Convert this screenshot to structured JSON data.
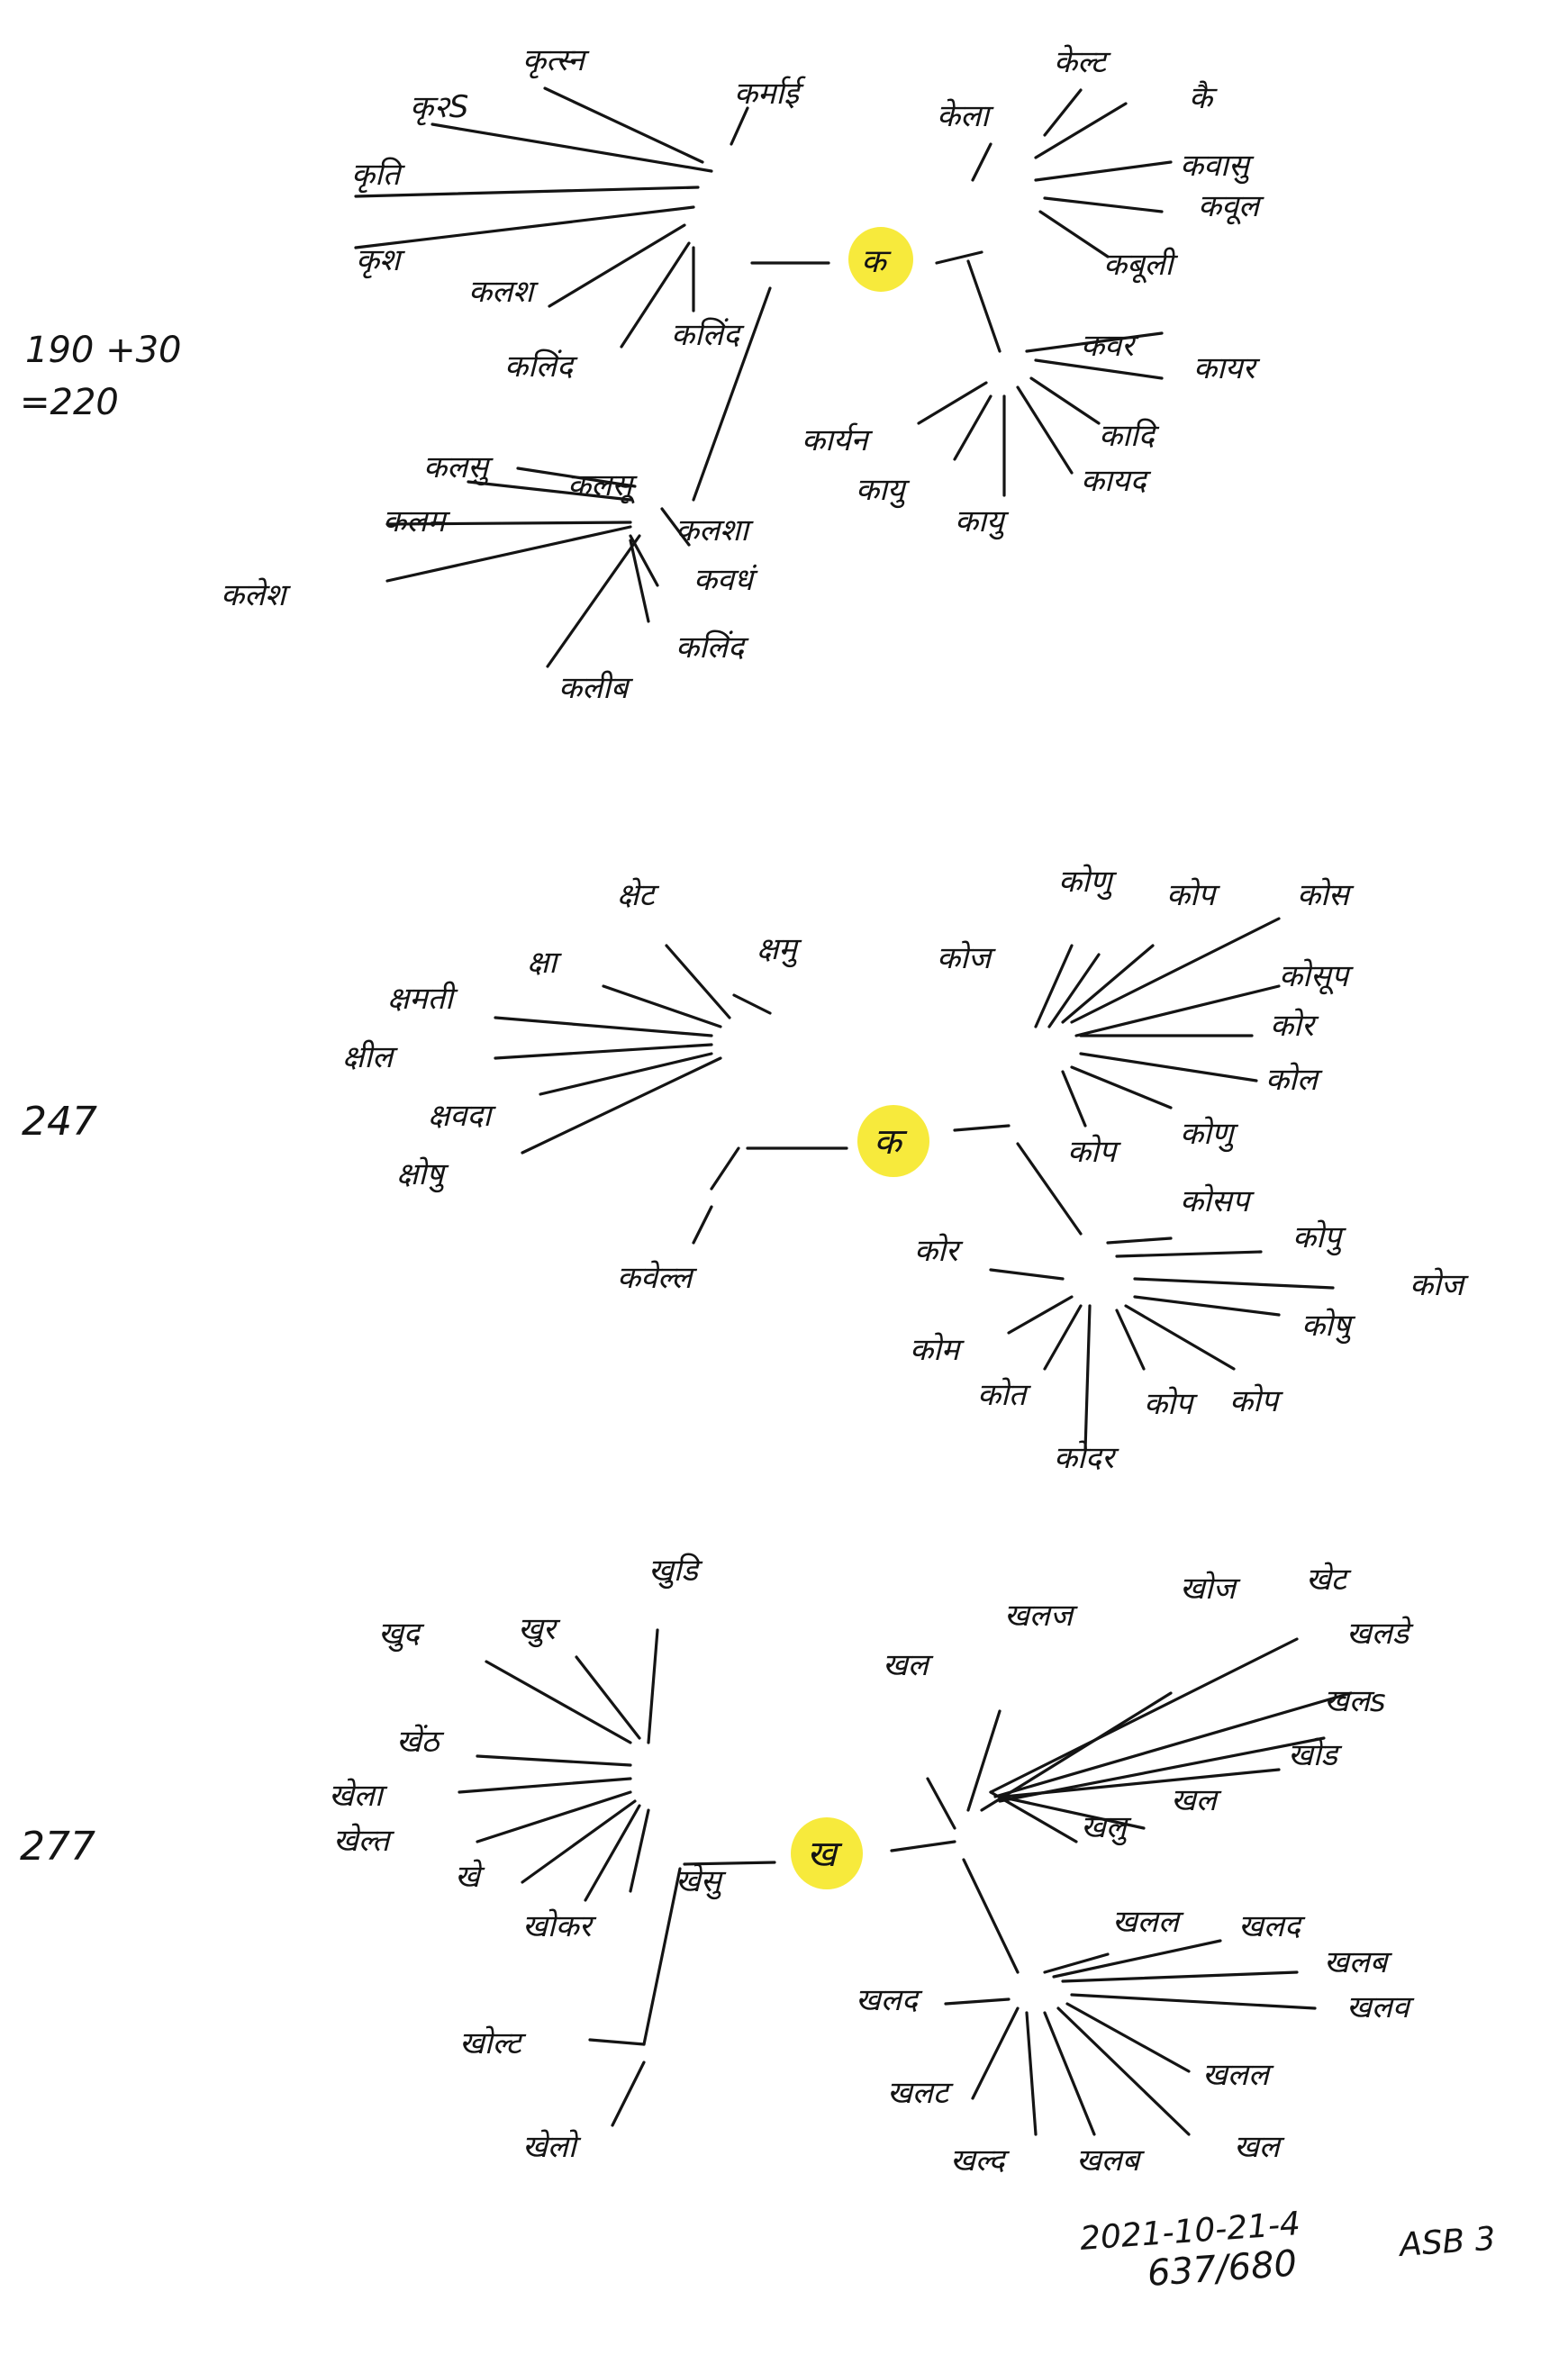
{
  "margin_notes": {
    "calc_line1": "190 +30",
    "calc_line2": "=220",
    "count_mid": "247",
    "count_bottom": "277"
  },
  "footer": {
    "date": "2021-10-21-4",
    "tally": "637/680",
    "code": "ASB 3"
  },
  "diagrams": [
    {
      "center": "क",
      "branches": [
        {
          "cluster": [
            "कृ२S",
            "कृत्स्न",
            "कृति",
            "कृश",
            "कलश",
            "कलिंद",
            "कलिंद",
            "कर्माई"
          ]
        },
        {
          "cluster": [
            "कलम",
            "कलेश",
            "कलीब",
            "कवधं",
            "कलिंद",
            "कलसु",
            "कलसू",
            "कलशा"
          ]
        },
        {
          "cluster": [
            "केला",
            "केल्ट",
            "कै",
            "कवासु",
            "कवूल",
            "कबूली"
          ]
        },
        {
          "cluster": [
            "कवर",
            "कायर",
            "कादि",
            "कायद",
            "कायु",
            "कायु",
            "कार्यन"
          ]
        }
      ]
    },
    {
      "center": "क",
      "branches": [
        {
          "cluster": [
            "क्षेट",
            "क्षा",
            "क्षमु",
            "क्षमती",
            "क्षील",
            "क्षवदा",
            "क्षोषु"
          ]
        },
        {
          "cluster": [
            "कवेल्ल"
          ]
        },
        {
          "cluster": [
            "कोज",
            "कोणु",
            "कोप",
            "कोस",
            "कोसूप",
            "कोर",
            "कोल",
            "कोणु",
            "कोप"
          ]
        },
        {
          "cluster": [
            "कोसप",
            "कोपु",
            "कोज",
            "कोषु",
            "कोप",
            "कोप",
            "कोदर",
            "कोत",
            "कोम",
            "कोर"
          ]
        }
      ]
    },
    {
      "center": "ख",
      "branches": [
        {
          "cluster": [
            "खुद",
            "खुर",
            "खुडि",
            "खेंठ",
            "खेला",
            "खेल्त",
            "खे",
            "खोकर",
            "खेसु"
          ]
        },
        {
          "cluster": [
            "खोल्ट",
            "खेलो"
          ]
        },
        {
          "cluster": [
            "खल",
            "खलज",
            "खोज",
            "खेट",
            "खलडे",
            "खलs",
            "खोड",
            "खल",
            "खलु"
          ]
        },
        {
          "cluster": [
            "खलल",
            "खलद",
            "खलब",
            "खलव",
            "खलल",
            "खल",
            "खलब",
            "खल्द",
            "खलट",
            "खलद"
          ]
        }
      ]
    }
  ]
}
